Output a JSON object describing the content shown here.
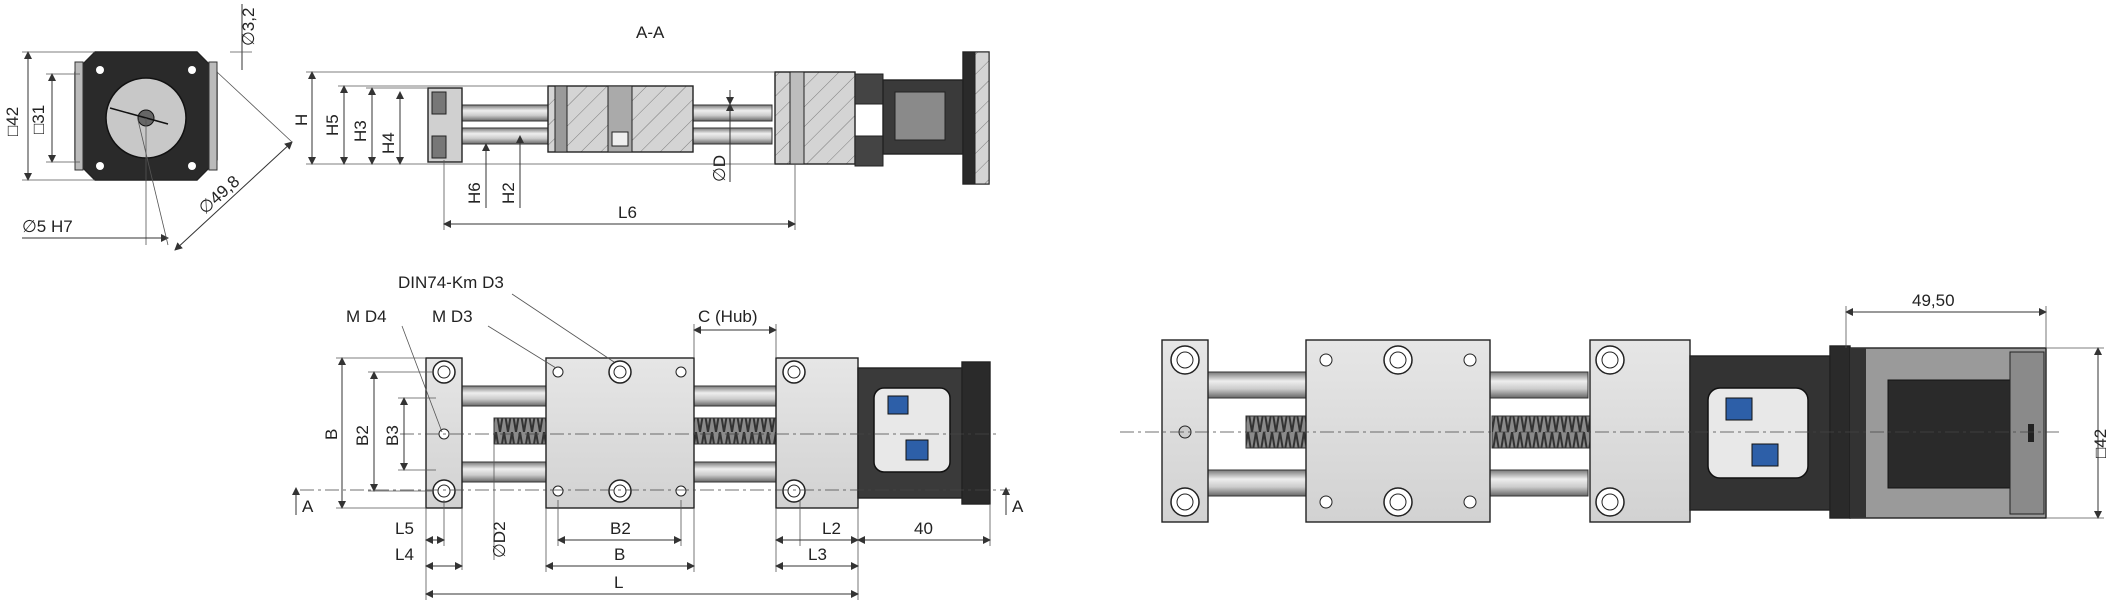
{
  "labels": {
    "sq42": "□42",
    "sq31": "□31",
    "d32": "∅3,2",
    "d498": "∅49,8",
    "d5h7": "∅5 H7",
    "section": "A-A",
    "h": "H",
    "h5": "H5",
    "h3": "H3",
    "h4": "H4",
    "h6": "H6",
    "h2": "H2",
    "dd": "∅D",
    "l6": "L6",
    "din": "DIN74-Km D3",
    "md4": "M D4",
    "md3": "M D3",
    "chub": "C (Hub)",
    "b": "B",
    "b2": "B2",
    "b3": "B3",
    "a": "A",
    "l5": "L5",
    "l4": "L4",
    "dd2": "∅D2",
    "b2bottom": "B2",
    "bbottom": "B",
    "l2": "L2",
    "l3": "L3",
    "d40": "40",
    "l": "L",
    "d4950": "49,50",
    "sq42r": "□42"
  }
}
